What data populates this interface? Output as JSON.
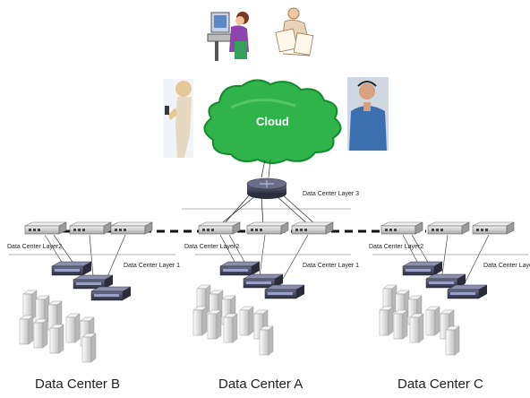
{
  "cloud": {
    "label": "Cloud"
  },
  "layer_labels": {
    "layer3": "Data Center Layer 3",
    "layer2": "Data Center Layer2",
    "layer1": "Data Center Layer 1"
  },
  "data_centers": [
    {
      "name": "Data Center B"
    },
    {
      "name": "Data Center A"
    },
    {
      "name": "Data Center C"
    }
  ],
  "users": [
    {
      "icon": "woman-at-computer-icon"
    },
    {
      "icon": "man-with-documents-icon"
    },
    {
      "icon": "person-with-phone-icon"
    },
    {
      "icon": "man-with-headset-icon"
    }
  ],
  "colors": {
    "cloud": "#2fb34a",
    "cloud_dark": "#138a2c",
    "switch_body": "#d9d9d9",
    "router_body": "#3c3f55",
    "server_body": "#e6e6e6",
    "link_dashed": "#111111"
  }
}
